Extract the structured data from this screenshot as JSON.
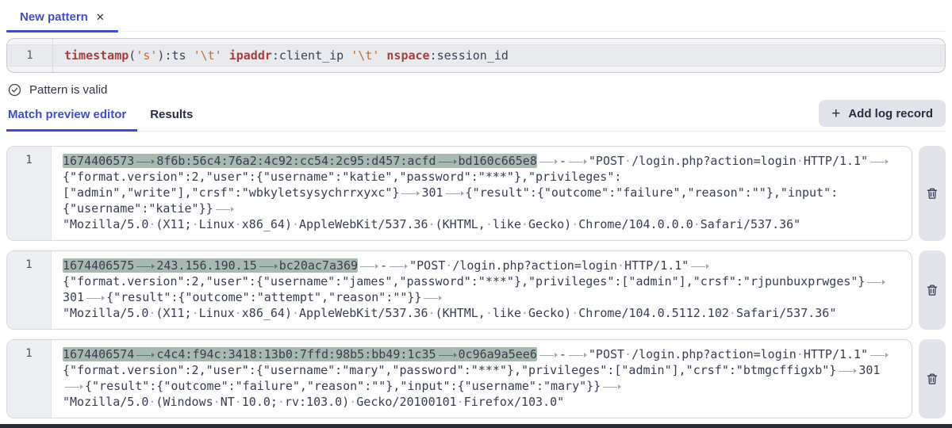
{
  "pattern_tab": {
    "label": "New pattern",
    "close_icon": "✕"
  },
  "pattern_editor": {
    "line_number": "1",
    "tokens": [
      {
        "text": "timestamp",
        "type": "keyword"
      },
      {
        "text": "(",
        "type": "plain"
      },
      {
        "text": "'s'",
        "type": "string"
      },
      {
        "text": ")",
        "type": "plain"
      },
      {
        "text": ":ts ",
        "type": "plain"
      },
      {
        "text": "'\\t'",
        "type": "string"
      },
      {
        "text": " ",
        "type": "plain"
      },
      {
        "text": "ipaddr",
        "type": "keyword"
      },
      {
        "text": ":client_ip ",
        "type": "plain"
      },
      {
        "text": "'\\t'",
        "type": "string"
      },
      {
        "text": " ",
        "type": "plain"
      },
      {
        "text": "nspace",
        "type": "keyword"
      },
      {
        "text": ":session_id",
        "type": "plain"
      }
    ]
  },
  "status": {
    "text": "Pattern is valid",
    "icon": "check-circle-icon"
  },
  "preview_tabs": [
    {
      "label": "Match preview editor",
      "active": true
    },
    {
      "label": "Results",
      "active": false
    }
  ],
  "add_button": {
    "plus_icon": "+",
    "label": "Add log record"
  },
  "records": [
    {
      "line_number": "1",
      "segments": [
        {
          "match": true,
          "text": "1674406573⇥8f6b:56c4:76a2:4c92:cc54:2c95:d457:acfd⇥bd160c665e8"
        },
        {
          "match": false,
          "text": "⇥-⇥\"POST·/login.php?action=login·HTTP/1.1\"⇥{\"format.version\":2,\"user\":{\"username\":\"katie\",\"password\":\"***\"},\"privileges\":[\"admin\",\"write\"],\"crsf\":\"wbkyletsysychrrxyxc\"}⇥301⇥{\"result\":{\"outcome\":\"failure\",\"reason\":\"\"},\"input\":{\"username\":\"katie\"}}⇥\"Mozilla/5.0·(X11;·Linux·x86_64)·AppleWebKit/537.36·(KHTML,·like·Gecko)·Chrome/104.0.0.0·Safari/537.36\""
        }
      ]
    },
    {
      "line_number": "1",
      "segments": [
        {
          "match": true,
          "text": "1674406575⇥243.156.190.15⇥bc20ac7a369"
        },
        {
          "match": false,
          "text": "⇥-⇥\"POST·/login.php?action=login·HTTP/1.1\"⇥{\"format.version\":2,\"user\":{\"username\":\"james\",\"password\":\"***\"},\"privileges\":[\"admin\"],\"crsf\":\"rjpunbuxprwges\"}⇥301⇥{\"result\":{\"outcome\":\"attempt\",\"reason\":\"\"}}⇥\"Mozilla/5.0·(X11;·Linux·x86_64)·AppleWebKit/537.36·(KHTML,·like·Gecko)·Chrome/104.0.5112.102·Safari/537.36\""
        }
      ]
    },
    {
      "line_number": "1",
      "segments": [
        {
          "match": true,
          "text": "1674406574⇥c4c4:f94c:3418:13b0:7ffd:98b5:bb49:1c35⇥0c96a9a5ee6"
        },
        {
          "match": false,
          "text": "⇥-⇥\"POST·/login.php?action=login·HTTP/1.1\"⇥{\"format.version\":2,\"user\":{\"username\":\"mary\",\"password\":\"***\"},\"privileges\":[\"admin\"],\"crsf\":\"btmgcffigxb\"}⇥301⇥{\"result\":{\"outcome\":\"failure\",\"reason\":\"\"},\"input\":{\"username\":\"mary\"}}⇥\"Mozilla/5.0·(Windows·NT·10.0;·rv:103.0)·Gecko/20100101·Firefox/103.0\""
        }
      ]
    }
  ],
  "delete_icon": "trash",
  "colors": {
    "accent": "#3e4ec5",
    "match_highlight": "#a8b9b2",
    "keyword_color": "#a3403f",
    "string_color": "#b87142",
    "button_bg": "#e3e4eb",
    "bottom_bar": "#272b37"
  }
}
